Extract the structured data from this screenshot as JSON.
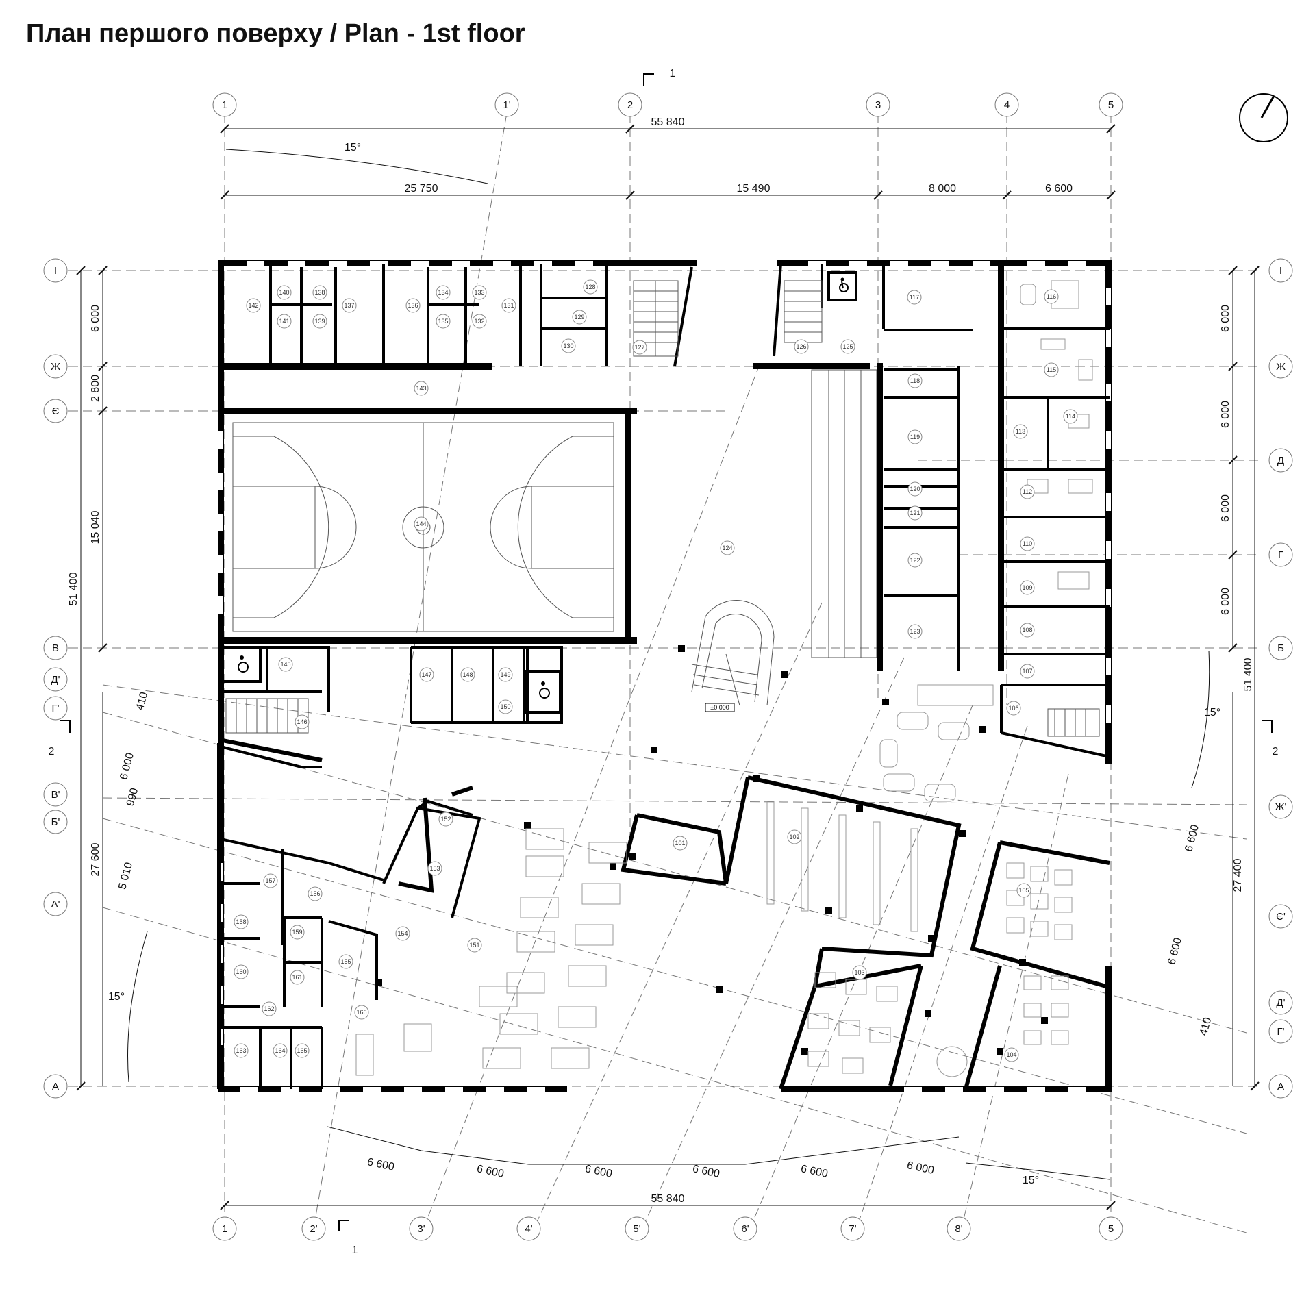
{
  "title": "План першого поверху / Plan - 1st floor",
  "colors": {
    "wall": "#000000",
    "line": "#222222",
    "axis": "#777777",
    "furniture": "#8a8a8a"
  },
  "icons": [
    "north-arrow-icon",
    "wheelchair-icon",
    "section-marker-icon"
  ],
  "axes": {
    "top": [
      "1",
      "1'",
      "2",
      "3",
      "4",
      "5"
    ],
    "bottom": [
      "1",
      "2'",
      "3'",
      "4'",
      "5'",
      "6'",
      "7'",
      "8'",
      "5"
    ],
    "left": [
      "І",
      "Ж",
      "Є",
      "В",
      "Д'",
      "Г'",
      "В'",
      "Б'",
      "А'",
      "А"
    ],
    "right": [
      "І",
      "Ж",
      "Д",
      "Г",
      "Б",
      "Ж'",
      "Є'",
      "Д'",
      "Г'",
      "А"
    ]
  },
  "dimensions": {
    "top_total": "55 840",
    "top_segments": [
      "25 750",
      "15 490",
      "8 000",
      "6 600"
    ],
    "bottom_total": "55 840",
    "bottom_segments": [
      "6 600",
      "6 600",
      "6 600",
      "6 600",
      "6 600",
      "6 000"
    ],
    "left_outer": "51 400",
    "left_upper": [
      "6 000",
      "2 800",
      "15 040"
    ],
    "left_lower": "27 600",
    "left_tilted": [
      "410",
      "6 000",
      "990",
      "5 010"
    ],
    "right_outer": "51 400",
    "right_upper": [
      "6 000",
      "6 000",
      "6 000",
      "6 000"
    ],
    "right_lower": "27 400",
    "right_tilted": [
      "6 600",
      "6 600",
      "410"
    ],
    "angles": [
      "15°",
      "15°",
      "15°",
      "15°"
    ]
  },
  "sections": {
    "s1": "1",
    "s2": "2"
  },
  "level_mark": "±0.000",
  "rooms": [
    "101",
    "102",
    "103",
    "104",
    "105",
    "106",
    "107",
    "108",
    "109",
    "110",
    "112",
    "113",
    "114",
    "115",
    "116",
    "117",
    "118",
    "119",
    "120",
    "121",
    "122",
    "123",
    "124",
    "125",
    "126",
    "127",
    "128",
    "129",
    "130",
    "131",
    "132",
    "133",
    "134",
    "135",
    "136",
    "137",
    "138",
    "139",
    "140",
    "141",
    "142",
    "143",
    "144",
    "145",
    "146",
    "147",
    "148",
    "149",
    "150",
    "151",
    "152",
    "153",
    "154",
    "155",
    "156",
    "157",
    "158",
    "159",
    "160",
    "161",
    "162",
    "163",
    "164",
    "165",
    "166"
  ]
}
